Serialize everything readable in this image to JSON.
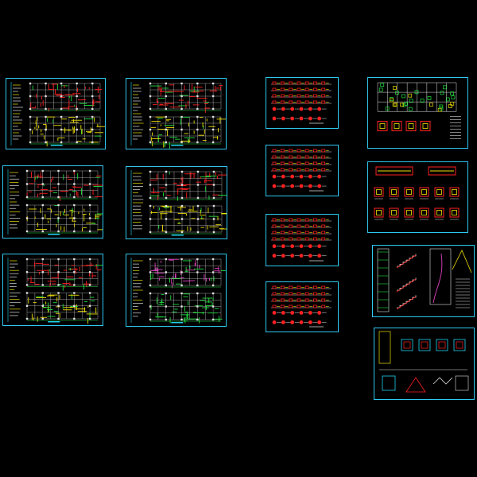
{
  "colors": {
    "background": "#000000",
    "frame": "#2ec8f0",
    "rebar_red": "#ff2020",
    "grid_white": "#e0e0e0",
    "member_yellow": "#f0e000",
    "dim_green": "#20e040",
    "beam_magenta": "#e040c0",
    "detail_cyan": "#20d0f0"
  },
  "sheets": [
    {
      "type": "plan",
      "variant": "red"
    },
    {
      "type": "plan",
      "variant": "mixed"
    },
    {
      "type": "plan",
      "variant": "red"
    },
    {
      "type": "plan",
      "variant": "mixed"
    },
    {
      "type": "plan",
      "variant": "red"
    },
    {
      "type": "plan",
      "variant": "light"
    },
    {
      "type": "section-list"
    },
    {
      "type": "section-list"
    },
    {
      "type": "section-list"
    },
    {
      "type": "section-list"
    },
    {
      "type": "foundation-detail"
    },
    {
      "type": "column-detail"
    },
    {
      "type": "stair-detail"
    },
    {
      "type": "node-detail"
    }
  ]
}
